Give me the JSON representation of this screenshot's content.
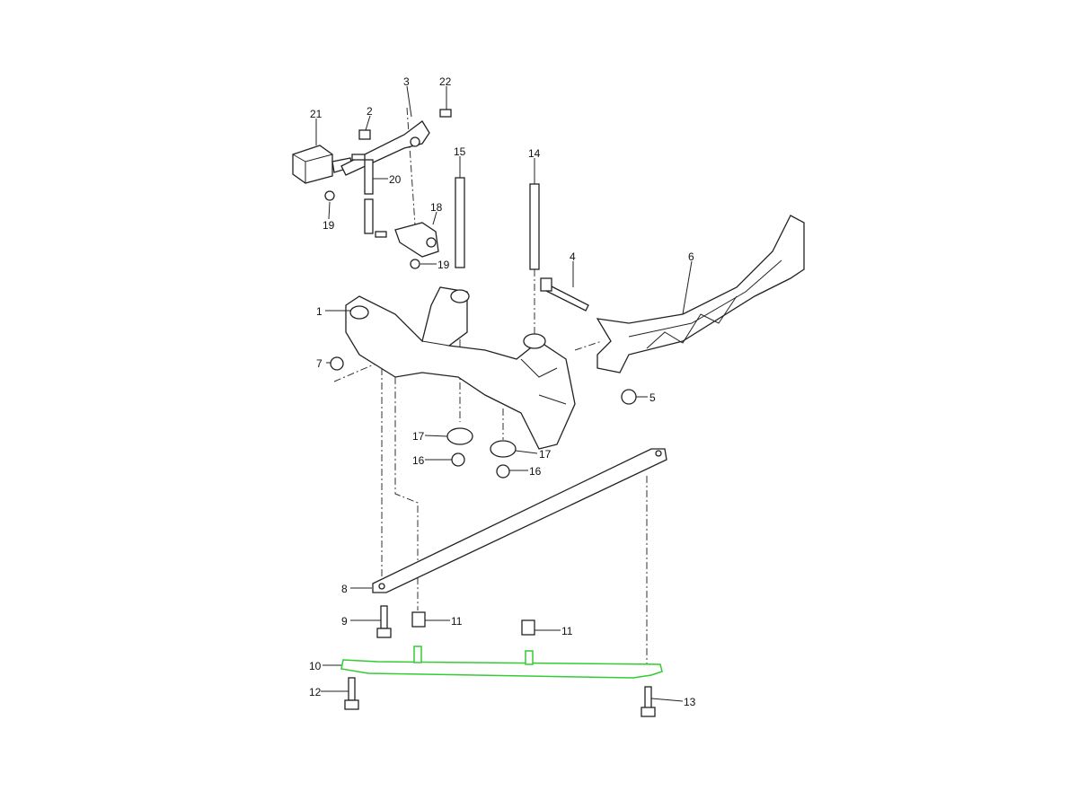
{
  "callouts": {
    "c1": "1",
    "c2": "2",
    "c3": "3",
    "c4": "4",
    "c5": "5",
    "c6": "6",
    "c7": "7",
    "c8": "8",
    "c9": "9",
    "c10": "10",
    "c11a": "11",
    "c11b": "11",
    "c12": "12",
    "c13": "13",
    "c14": "14",
    "c15": "15",
    "c16a": "16",
    "c16b": "16",
    "c17a": "17",
    "c17b": "17",
    "c18": "18",
    "c19a": "19",
    "c19b": "19",
    "c20": "20",
    "c21": "21",
    "c22": "22"
  },
  "colors": {
    "highlight": "#33cc33",
    "line": "#222222"
  }
}
